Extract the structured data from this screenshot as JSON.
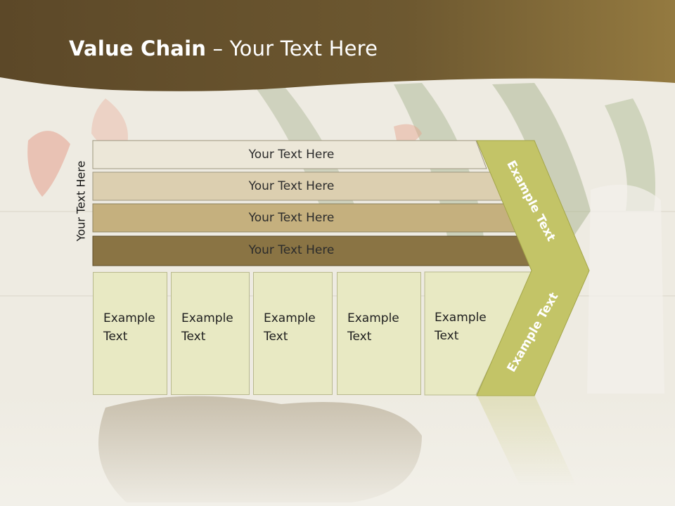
{
  "title": {
    "bold": "Value Chain",
    "rest": " – Your Text Here"
  },
  "side_label": "Your Text Here",
  "bars": [
    {
      "label": "Your Text Here",
      "color": "#ece7d8"
    },
    {
      "label": "Your Text Here",
      "color": "#dccfb0"
    },
    {
      "label": "Your Text Here",
      "color": "#c5b07e"
    },
    {
      "label": "Your Text Here",
      "color": "#8a7444"
    }
  ],
  "boxes": [
    {
      "line1": "Example",
      "line2": "Text"
    },
    {
      "line1": "Example",
      "line2": "Text"
    },
    {
      "line1": "Example",
      "line2": "Text"
    },
    {
      "line1": "Example",
      "line2": "Text"
    },
    {
      "line1": "Example",
      "line2": "Text"
    }
  ],
  "chevron": {
    "top_text": "Example Text",
    "bottom_text": "Example Text",
    "color": "#c3c467"
  },
  "colors": {
    "header": "#6b5530",
    "box": "#e8e9c3"
  }
}
